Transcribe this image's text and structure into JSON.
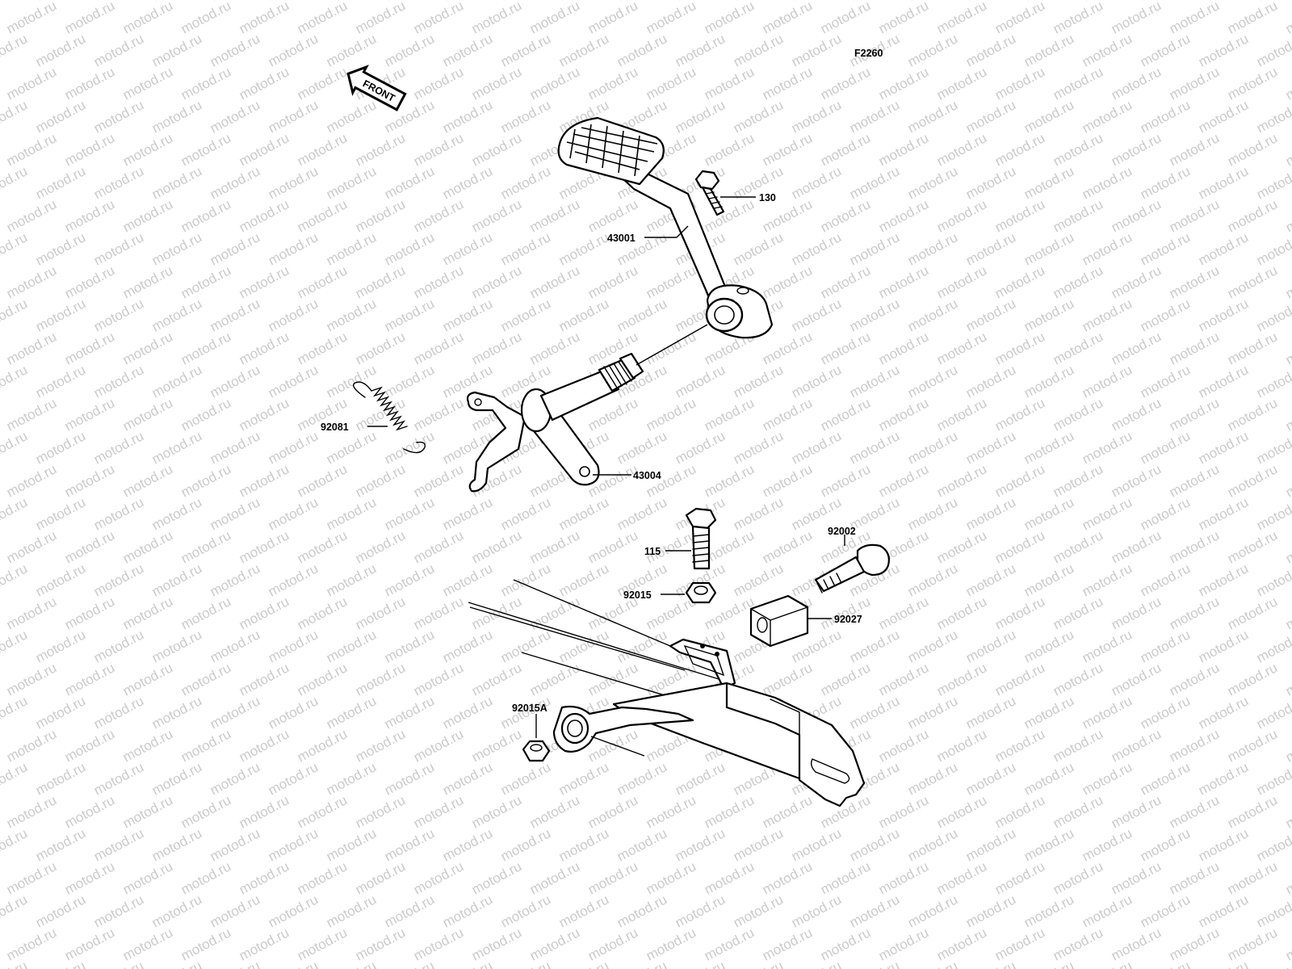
{
  "diagram_code": "F2260",
  "front_label": "FRONT",
  "watermark_text": "motod.ru",
  "parts": {
    "p130": "130",
    "p43001": "43001",
    "p92081": "92081",
    "p43004": "43004",
    "p115": "115",
    "p92002": "92002",
    "p92015": "92015",
    "p92027": "92027",
    "p92015A": "92015A"
  },
  "colors": {
    "line": "#000000",
    "background": "#ffffff",
    "watermark": "#b9b9b9"
  }
}
